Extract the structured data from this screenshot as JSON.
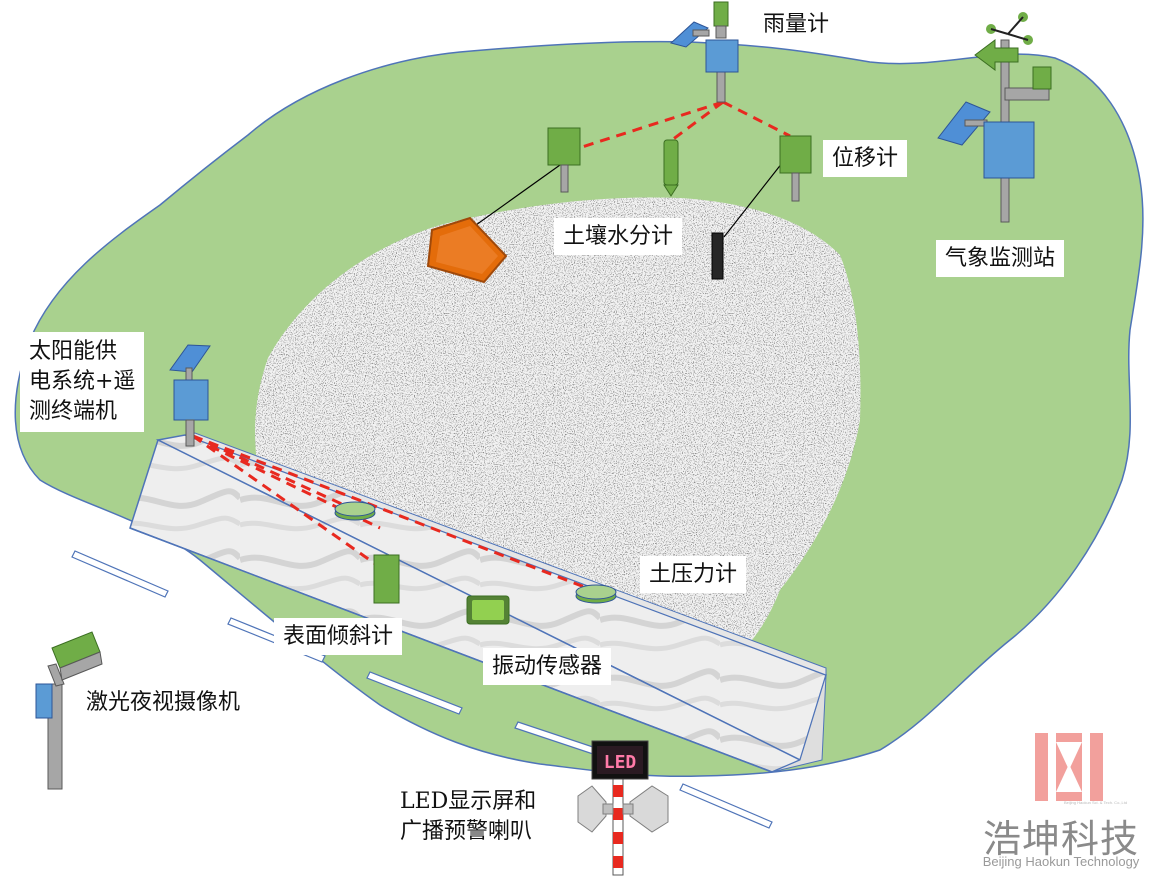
{
  "labels": {
    "rain_gauge": "雨量计",
    "displacement_meter": "位移计",
    "weather_station": "气象监测站",
    "soil_moisture": "土壤水分计",
    "solar_terminal": "太阳能供\n电系统+遥\n测终端机",
    "earth_pressure": "土压力计",
    "surface_inclinometer": "表面倾斜计",
    "vibration_sensor": "振动传感器",
    "night_camera": "激光夜视摄像机",
    "led_speaker": "LED显示屏和\n广播预警喇叭"
  },
  "led_screen_text": "LED",
  "logo": {
    "chinese": "浩坤科技",
    "english": "Beijing Haokun Technology",
    "tiny": "Beijing Haokun Sci. & Tech. Co.,Ltd"
  },
  "colors": {
    "ground": "#a9d18e",
    "ground_edge": "#4f74b8",
    "sensor_green": "#70ad47",
    "box_blue": "#5b9bd5",
    "link_red": "#e8291f",
    "logo_red": "#f2a09c"
  }
}
